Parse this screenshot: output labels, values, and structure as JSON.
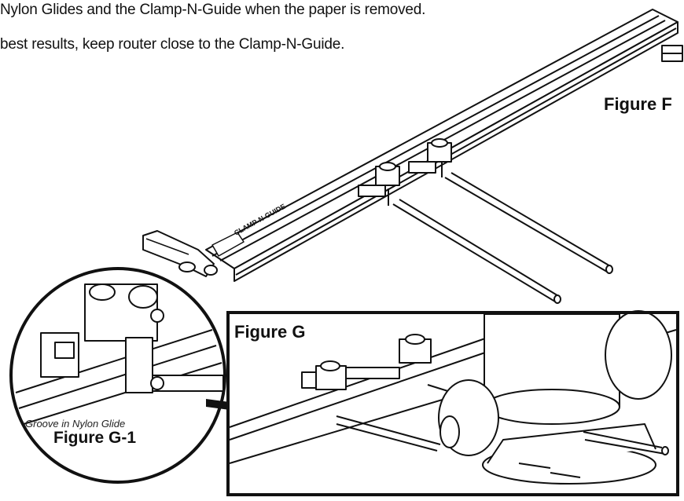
{
  "text": {
    "line1": "Nylon Glides and the Clamp-N-Guide when the paper is removed.",
    "line2": "best results, keep router close to the Clamp-N-Guide."
  },
  "figures": {
    "f_label": "Figure F",
    "g_label": "Figure G",
    "g1_caption": "Groove in Nylon Glide",
    "g1_label": "Figure G-1"
  },
  "product_marking": "CLAMP-N-GUIDE"
}
